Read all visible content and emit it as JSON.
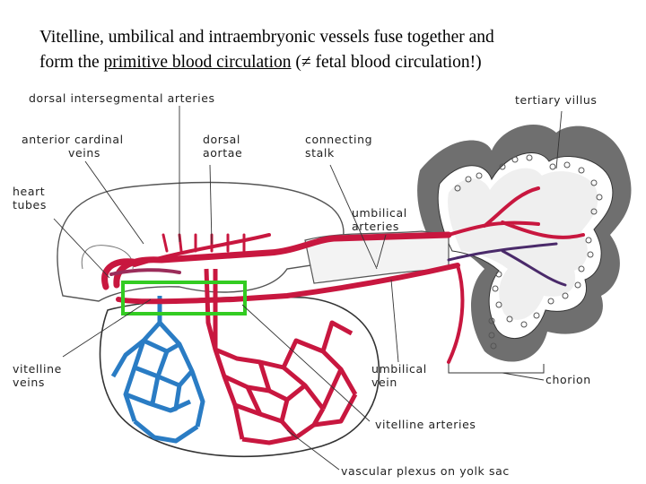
{
  "heading": {
    "line1": "Vitelline, umbilical and intraembryonic vessels  fuse together and",
    "line2_prefix": "form the ",
    "line2_underlined": "primitive blood circulation",
    "line2_suffix": "  (≠ fetal blood circulation!)"
  },
  "labels": {
    "dorsal_intersegmental_arteries": "dorsal intersegmental arteries",
    "anterior_cardinal_veins_1": "anterior cardinal",
    "anterior_cardinal_veins_2": "veins",
    "dorsal_aortae_1": "dorsal",
    "dorsal_aortae_2": "aortae",
    "connecting_stalk_1": "connecting",
    "connecting_stalk_2": "stalk",
    "tertiary_villus": "tertiary villus",
    "heart_tubes_1": "heart",
    "heart_tubes_2": "tubes",
    "umbilical_arteries_1": "umbilical",
    "umbilical_arteries_2": "arteries",
    "vitelline_veins_1": "vitelline",
    "vitelline_veins_2": "veins",
    "umbilical_vein_1": "umbilical",
    "umbilical_vein_2": "vein",
    "chorion": "chorion",
    "vitelline_arteries": "vitelline arteries",
    "vascular_plexus": "vascular plexus on yolk sac"
  },
  "colors": {
    "artery": "#c8173f",
    "vein": "#2a7cc4",
    "highlight": "#33cc22",
    "chorion_dark": "#6f6f6f",
    "leader": "#333333"
  }
}
